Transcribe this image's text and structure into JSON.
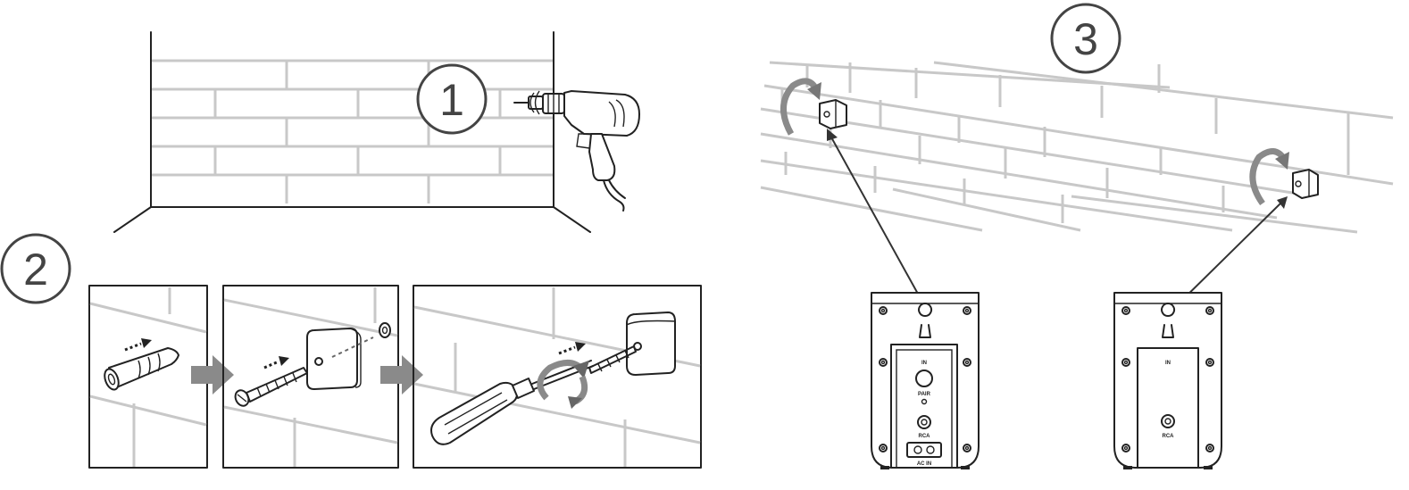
{
  "steps": [
    {
      "number": "1"
    },
    {
      "number": "2"
    },
    {
      "number": "3"
    }
  ],
  "speaker_panels": {
    "left": {
      "label_top": "IN",
      "label_mid": "PAIR",
      "label_low": "RCA",
      "label_power": "AC IN"
    },
    "right": {
      "label_top": "IN",
      "label_low": "RCA"
    }
  },
  "colors": {
    "ink": "#222222",
    "brick": "#c8c8c8",
    "arrow": "#8a8a8a",
    "step_circle": "#444444"
  },
  "icons": [
    "drill-icon",
    "wall-anchor-icon",
    "screw-icon",
    "bracket-icon",
    "washer-icon",
    "screwdriver-icon",
    "rotate-arrow-icon",
    "keyhole-icon"
  ]
}
